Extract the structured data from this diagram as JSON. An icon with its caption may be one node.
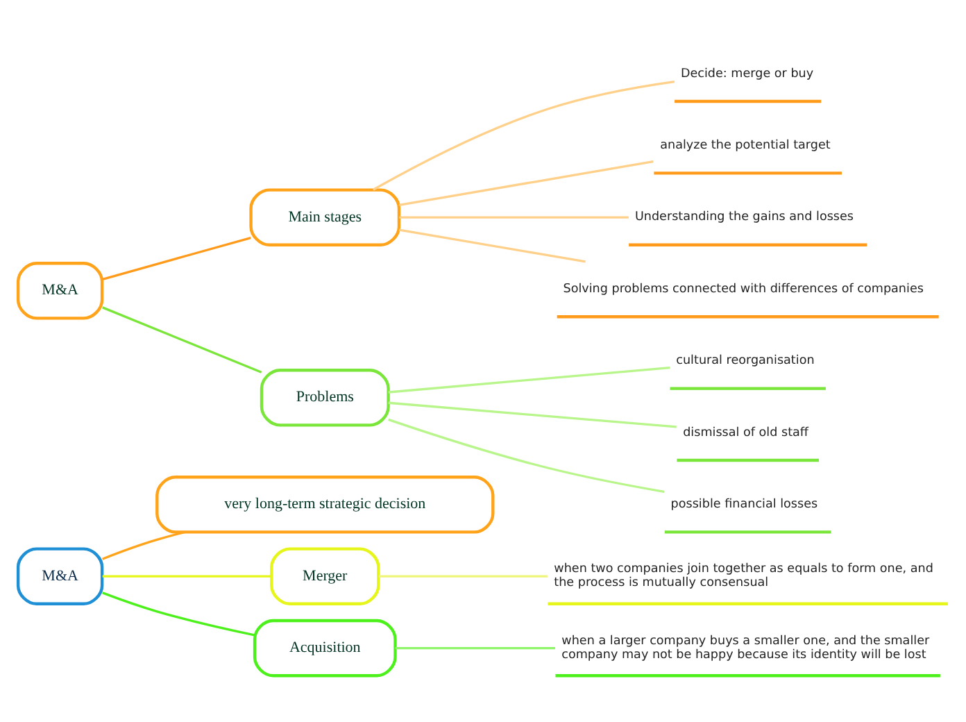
{
  "diagram": {
    "nodes": [
      {
        "text": [
          "M&A"
        ]
      },
      {
        "text": [
          "very long-term strategic decision"
        ]
      },
      {
        "text": [
          "Merger"
        ]
      },
      {
        "text": [
          "when two companies join together as equals to form one, and the process is mutually consensual"
        ]
      },
      {
        "text": [
          "Acquisition"
        ]
      },
      {
        "text": [
          "when a larger company buys a smaller one, and the smaller company may not be happy because its identity will be lost"
        ]
      },
      {
        "text": [
          "M&A"
        ]
      },
      {
        "text": [
          "Main stages"
        ]
      },
      {
        "text": [
          "Decide: merge or buy"
        ]
      },
      {
        "text": [
          "analyze the potential target"
        ]
      },
      {
        "text": [
          "Understanding the gains and losses"
        ]
      },
      {
        "text": [
          "Solving problems connected with differences of companies"
        ]
      },
      {
        "text": [
          "Problems"
        ]
      },
      {
        "text": [
          "cultural reorganisation"
        ]
      },
      {
        "text": [
          "dismissal of old staff"
        ]
      },
      {
        "text": [
          "possible financial losses"
        ]
      }
    ],
    "edges": [
      {
        "from": 0,
        "to": 1,
        "arrow": "none",
        "color": "#ffa31a"
      },
      {
        "from": 0,
        "to": 2,
        "arrow": "none",
        "color": "#e6f51a"
      },
      {
        "from": 2,
        "to": 3,
        "arrow": "none",
        "color": "#eef57a"
      },
      {
        "from": 0,
        "to": 4,
        "arrow": "none",
        "color": "#4cf01a"
      },
      {
        "from": 4,
        "to": 5,
        "arrow": "none",
        "color": "#8ff56a"
      },
      {
        "from": 6,
        "to": 7,
        "arrow": "none",
        "color": "#ff9a1a"
      },
      {
        "from": 7,
        "to": 8,
        "arrow": "none",
        "color": "#ffd08a"
      },
      {
        "from": 7,
        "to": 9,
        "arrow": "none",
        "color": "#ffd08a"
      },
      {
        "from": 7,
        "to": 10,
        "arrow": "none",
        "color": "#ffd08a"
      },
      {
        "from": 7,
        "to": 11,
        "arrow": "none",
        "color": "#ffd08a"
      },
      {
        "from": 6,
        "to": 12,
        "arrow": "none",
        "color": "#7ae63a"
      },
      {
        "from": 12,
        "to": 13,
        "arrow": "none",
        "color": "#b8f58a"
      },
      {
        "from": 12,
        "to": 14,
        "arrow": "none",
        "color": "#b8f58a"
      },
      {
        "from": 12,
        "to": 15,
        "arrow": "none",
        "color": "#b8f58a"
      }
    ]
  }
}
